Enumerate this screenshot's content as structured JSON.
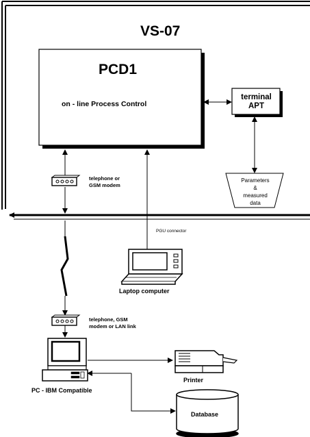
{
  "system": {
    "title": "VS-07"
  },
  "pcd": {
    "title": "PCD1",
    "subtitle": "on - line Process Control"
  },
  "terminal": {
    "line1": "terminal",
    "line2": "APT"
  },
  "parameters": {
    "line1": "Parameters",
    "line2": "&",
    "line3": "measured",
    "line4": "data"
  },
  "modem_top": {
    "line1": "telephone or",
    "line2": "GSM modem"
  },
  "modem_bottom": {
    "line1": "telephone, GSM",
    "line2": "modem or LAN link"
  },
  "pgu": {
    "label": "PGU connector"
  },
  "laptop": {
    "label": "Laptop computer"
  },
  "pc": {
    "label": "PC - IBM Compatible"
  },
  "printer": {
    "label": "Printer"
  },
  "database": {
    "label": "Database"
  }
}
